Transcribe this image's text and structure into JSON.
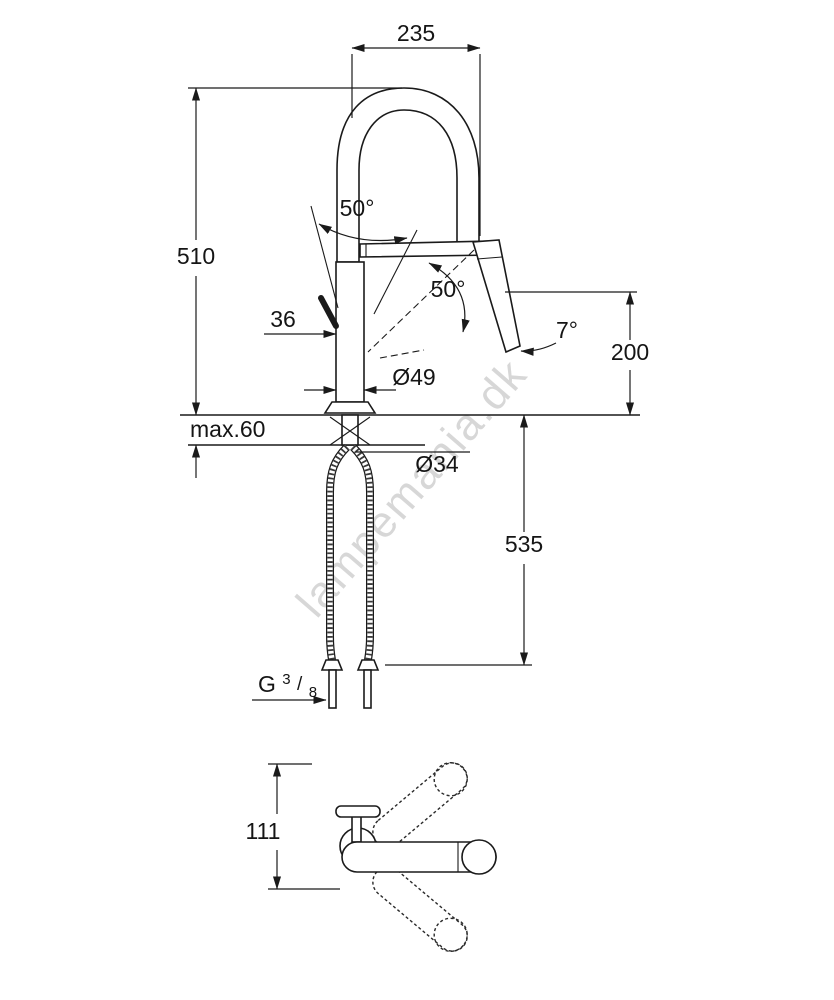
{
  "watermark": {
    "text": "lampemania.dk"
  },
  "dims": {
    "spout_reach": "235",
    "total_height": "510",
    "angle_lever": "50°",
    "angle_spray": "50°",
    "lever_width": "36",
    "head_angle": "7°",
    "outlet_height": "200",
    "base_diameter": "Ø49",
    "max_deck": "max.60",
    "hole_diameter": "Ø34",
    "hose_length": "535",
    "thread": {
      "prefix": "G",
      "numerator": "3",
      "slash": "/",
      "denominator": "8"
    },
    "swivel_depth": "111"
  }
}
